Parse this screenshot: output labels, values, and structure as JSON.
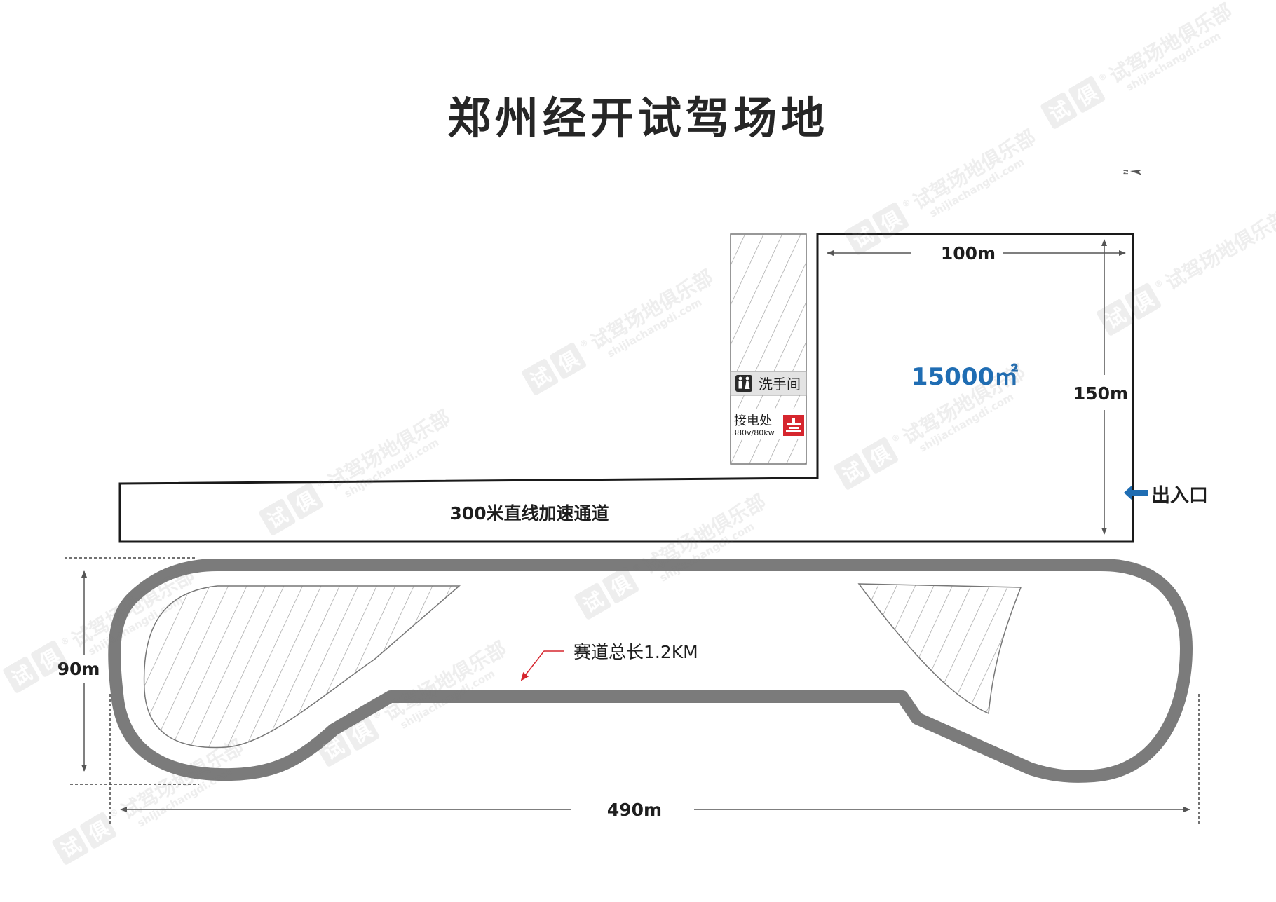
{
  "title": "郑州经开试驾场地",
  "compass": {
    "label": "N",
    "icon": "north-arrow-icon"
  },
  "colors": {
    "track": "#7b7b7b",
    "outline": "#1a1a1a",
    "area_text": "#1f6db3",
    "entrance_arrow": "#1f6db3",
    "power_icon": "#d6262e",
    "restroom_bg": "#e3e3e3",
    "dimension": "#555555"
  },
  "paddock": {
    "width_label": "100m",
    "height_label": "150m",
    "area_label": "15000㎡"
  },
  "facilities": {
    "restroom": {
      "label": "洗手间",
      "icon": "restroom-icon"
    },
    "power": {
      "label": "接电处",
      "spec": "380v/80kw",
      "icon": "power-outlet-icon"
    }
  },
  "entrance": {
    "label": "出入口",
    "icon": "arrow-left-icon"
  },
  "acceleration_lane": {
    "label": "300米直线加速通道"
  },
  "track": {
    "length_label": "赛道总长1.2KM",
    "width_label": "490m",
    "height_label": "90m"
  },
  "watermark": {
    "brand": "试驾场地俱乐部",
    "url": "shijiachangdi.com",
    "badge_1": "试",
    "badge_2": "俱",
    "registered": "®"
  }
}
